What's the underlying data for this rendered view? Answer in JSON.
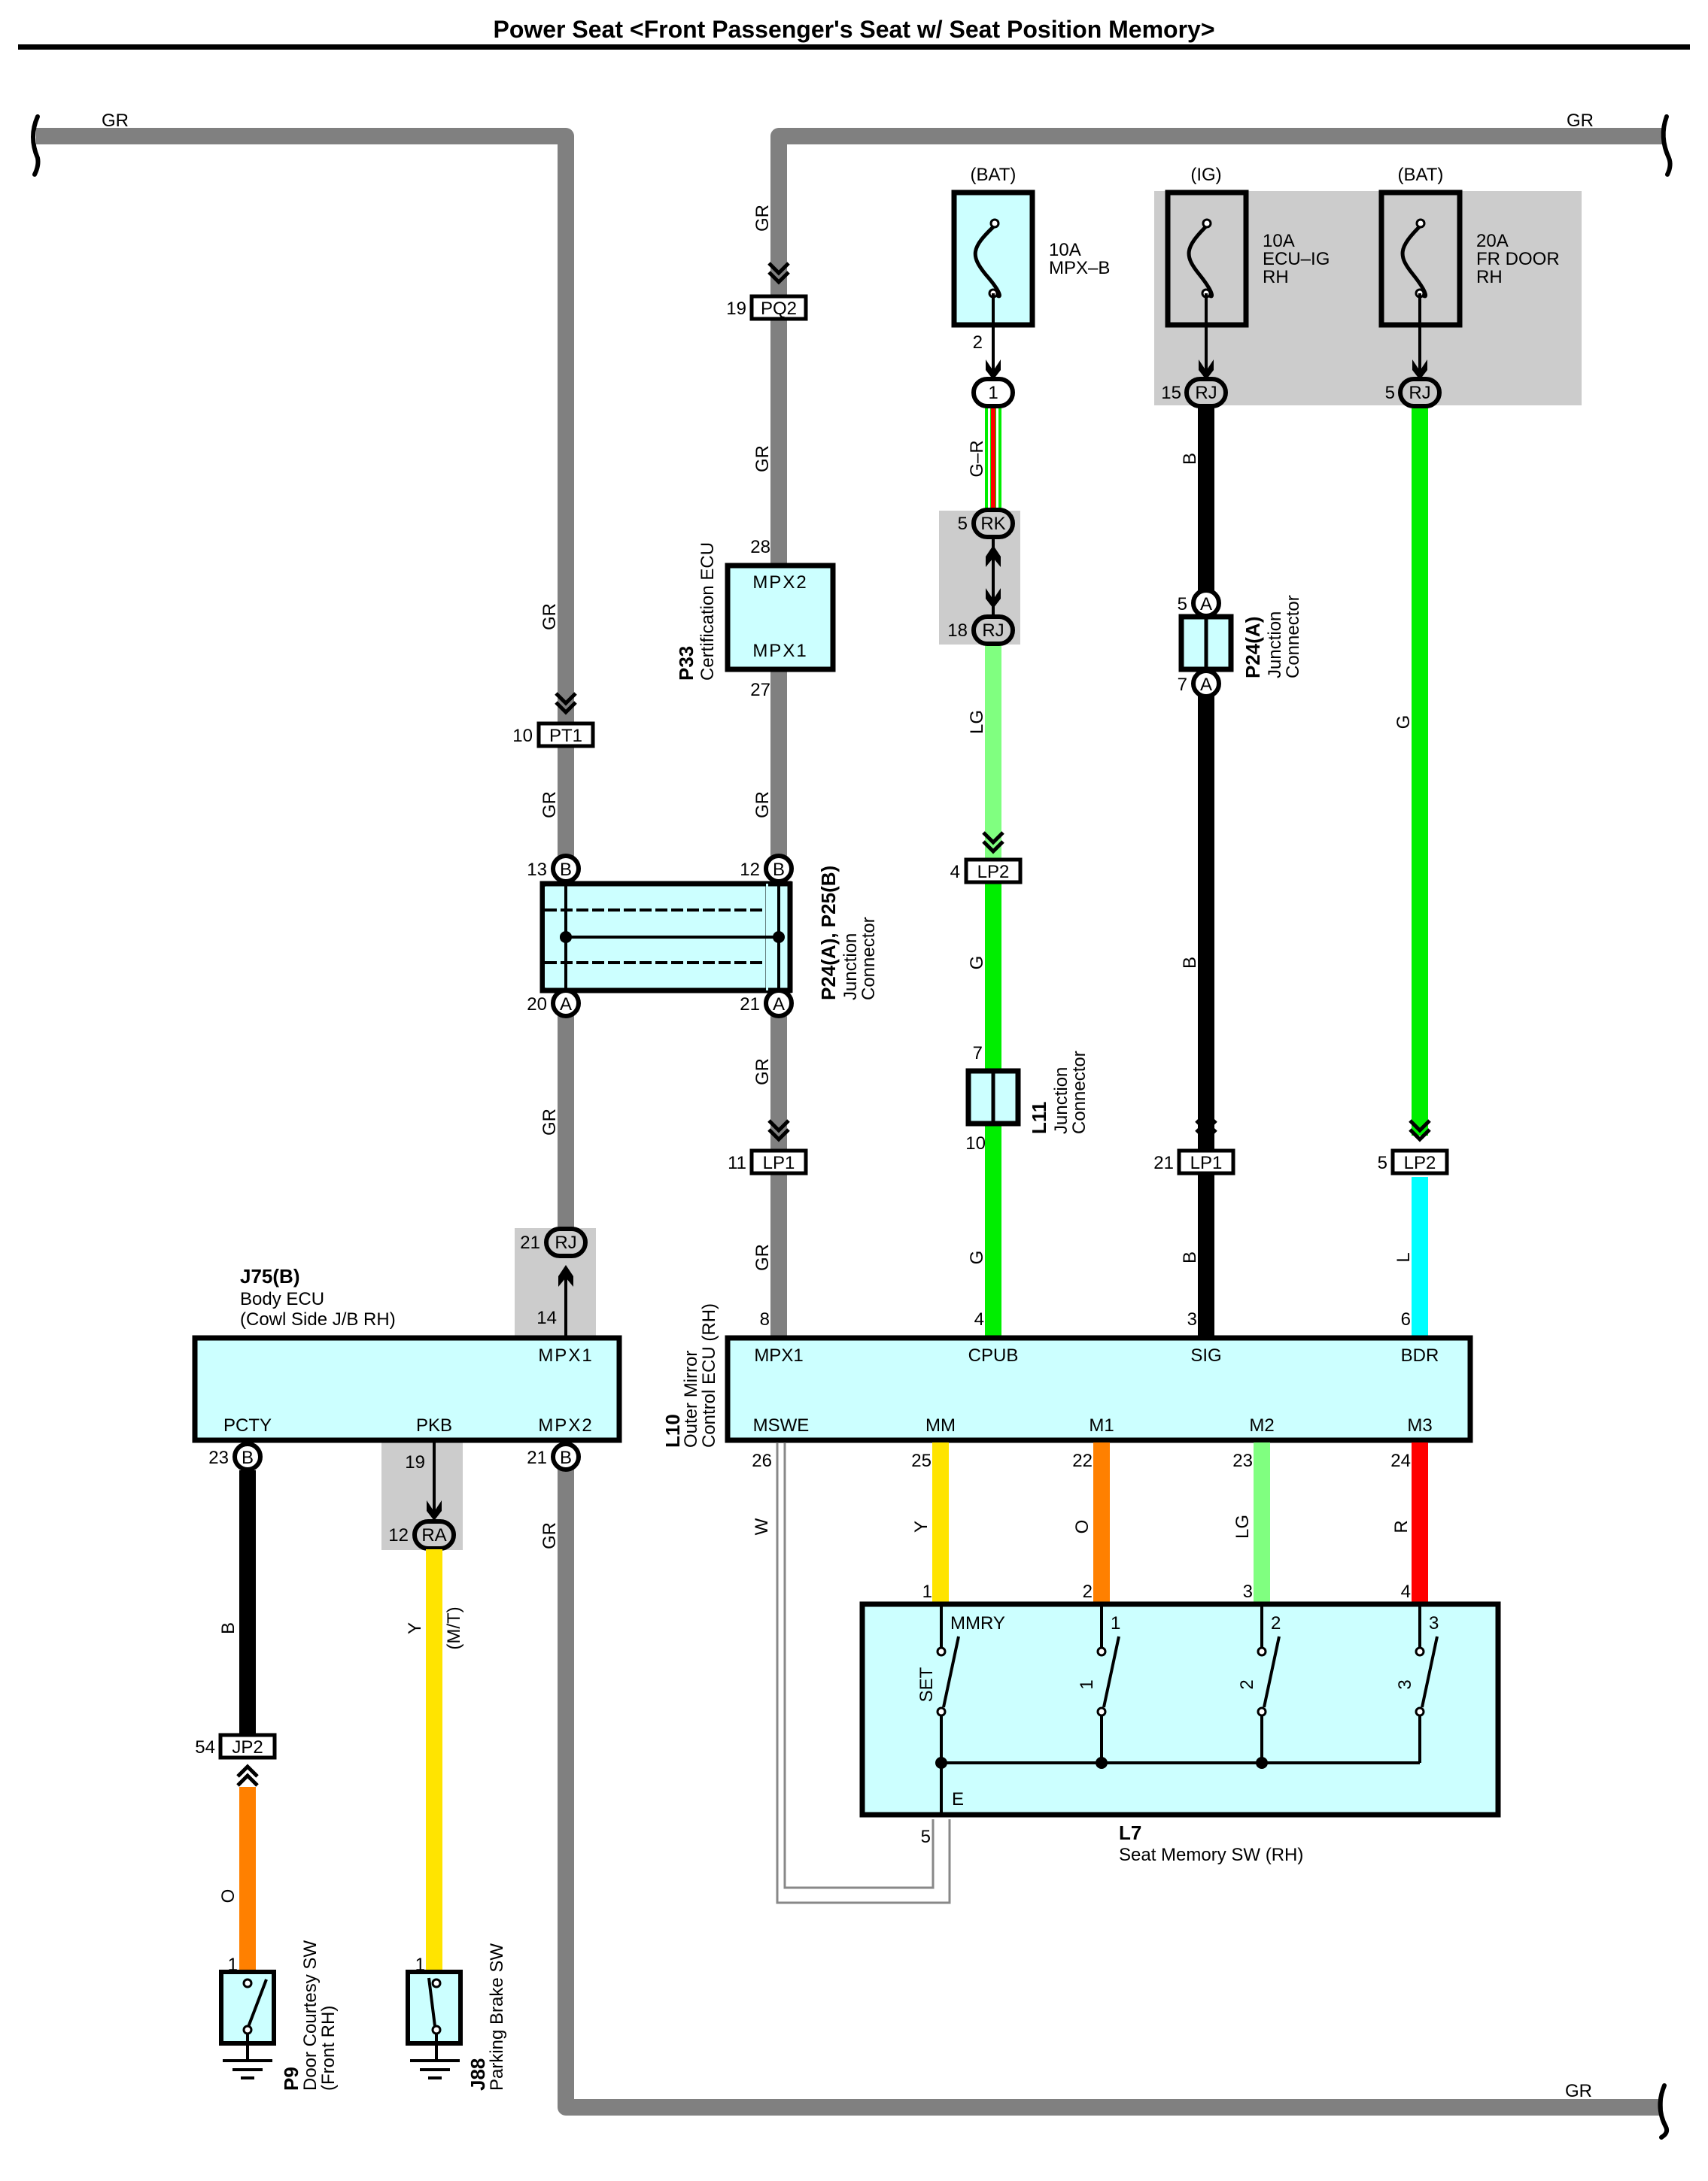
{
  "title": "Power Seat <Front Passenger's Seat w/ Seat Position Memory>",
  "colors": {
    "GR": "#808080",
    "B": "#000000",
    "G": "#00ee00",
    "LG": "#80ff80",
    "L": "#00ffff",
    "Y": "#ffe400",
    "O": "#ff8000",
    "R": "#ff0000",
    "W": "#ffffff",
    "component_fill": "#ccffff",
    "shade": "#cccccc"
  },
  "wire_labels": {
    "top_left_bus": "GR",
    "top_right_bus": "GR",
    "bottom_bus": "GR",
    "left_trunk_1": "GR",
    "left_trunk_2": "GR",
    "left_trunk_3": "GR",
    "left_trunk_below": "GR",
    "center_1": "GR",
    "center_2": "GR",
    "center_3": "GR",
    "center_4": "GR",
    "center_5": "GR",
    "mpxb_1": "G–R",
    "mpxb_2": "LG",
    "mpxb_3": "G",
    "mpxb_4": "G",
    "ecuig_1": "B",
    "ecuig_2": "B",
    "ecuig_3": "B",
    "frdoor_1": "G",
    "frdoor_2": "L",
    "pcty": "B",
    "door_courtesy": "O",
    "pkb": "Y",
    "pkb_note": "(M/T)",
    "mswe": "W",
    "mm": "Y",
    "m1": "O",
    "m2": "LG",
    "m3": "R"
  },
  "power_sources": [
    {
      "source": "(BAT)",
      "amps": "10A",
      "name": "MPX–B",
      "name2": "",
      "pin": "2"
    },
    {
      "source": "(IG)",
      "amps": "10A",
      "name": "ECU–IG",
      "name2": "RH",
      "pin": ""
    },
    {
      "source": "(BAT)",
      "amps": "20A",
      "name": "FR DOOR",
      "name2": "RH",
      "pin": ""
    }
  ],
  "connectors": {
    "pq2": {
      "pin": "19",
      "label": "PQ2"
    },
    "pt1": {
      "pin": "10",
      "label": "PT1"
    },
    "lp1_center": {
      "pin": "11",
      "label": "LP1"
    },
    "lp2_g": {
      "pin": "4",
      "label": "LP2"
    },
    "lp1_b": {
      "pin": "21",
      "label": "LP1"
    },
    "lp2_l": {
      "pin": "5",
      "label": "LP2"
    },
    "jp2": {
      "pin": "54",
      "label": "JP2"
    },
    "ic_1": {
      "pin": "",
      "label": "1"
    },
    "rk": {
      "pin": "5",
      "label": "RK"
    },
    "rj_18": {
      "pin": "18",
      "label": "RJ"
    },
    "rj_15": {
      "pin": "15",
      "label": "RJ"
    },
    "rj_5": {
      "pin": "5",
      "label": "RJ"
    },
    "rj_21": {
      "pin": "21",
      "label": "RJ"
    },
    "ra": {
      "pin": "12",
      "label": "RA"
    },
    "b13": {
      "pin": "13",
      "label": "B"
    },
    "b12": {
      "pin": "12",
      "label": "B"
    },
    "a20": {
      "pin": "20",
      "label": "A"
    },
    "a21": {
      "pin": "21",
      "label": "A"
    },
    "a5": {
      "pin": "5",
      "label": "A"
    },
    "a7": {
      "pin": "7",
      "label": "A"
    },
    "b23": {
      "pin": "23",
      "label": "B"
    },
    "b21": {
      "pin": "21",
      "label": "B"
    }
  },
  "components": {
    "p33": {
      "code": "P33",
      "name": "Certification ECU",
      "pin_top": "28",
      "pin_bottom": "27",
      "term_top": "MPX2",
      "term_bottom": "MPX1"
    },
    "p24_p25": {
      "code": "P24(A), P25(B)",
      "name1": "Junction",
      "name2": "Connector"
    },
    "p24a": {
      "code": "P24(A)",
      "name1": "Junction",
      "name2": "Connector"
    },
    "l11": {
      "code": "L11",
      "name1": "Junction",
      "name2": "Connector",
      "pin_top": "7",
      "pin_bottom": "10"
    },
    "j75": {
      "code": "J75(B)",
      "name1": "Body ECU",
      "name2": "(Cowl Side J/B RH)",
      "terms": {
        "mpx1": "MPX1",
        "pcty": "PCTY",
        "pkb": "PKB",
        "mpx2": "MPX2"
      },
      "pins": {
        "mpx1": "14",
        "pkb": "19"
      }
    },
    "l10": {
      "code": "L10",
      "name1": "Outer Mirror",
      "name2": "Control ECU (RH)",
      "top_terms": [
        {
          "pin": "8",
          "term": "MPX1"
        },
        {
          "pin": "4",
          "term": "CPUB"
        },
        {
          "pin": "3",
          "term": "SIG"
        },
        {
          "pin": "6",
          "term": "BDR"
        }
      ],
      "bottom_terms": [
        {
          "pin": "26",
          "term": "MSWE"
        },
        {
          "pin": "25",
          "term": "MM"
        },
        {
          "pin": "22",
          "term": "M1"
        },
        {
          "pin": "23",
          "term": "M2"
        },
        {
          "pin": "24",
          "term": "M3"
        }
      ]
    },
    "l7": {
      "code": "L7",
      "name": "Seat Memory SW (RH)",
      "pins": [
        "1",
        "2",
        "3",
        "4"
      ],
      "terms": [
        "MMRY",
        "1",
        "2",
        "3"
      ],
      "switches": [
        "SET",
        "1",
        "2",
        "3"
      ],
      "ground_term": "E",
      "ground_pin": "5"
    },
    "p9": {
      "code": "P9",
      "name1": "Door Courtesy SW",
      "name2": "(Front RH)",
      "pin": "1"
    },
    "j88": {
      "code": "J88",
      "name1": "Parking Brake SW",
      "pin": "1"
    }
  }
}
